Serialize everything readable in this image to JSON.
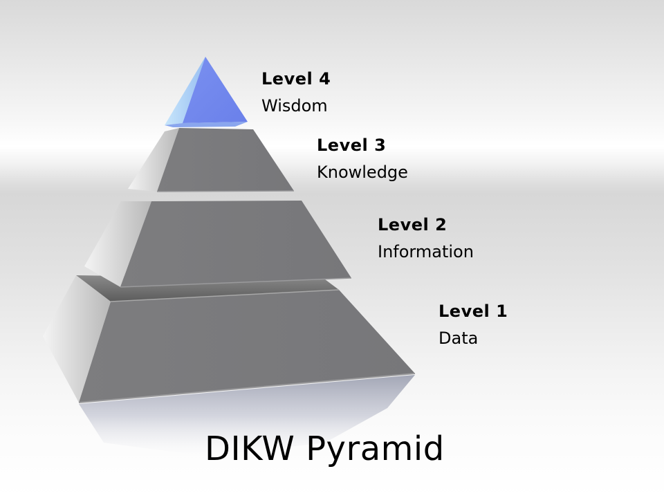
{
  "slide": {
    "title": "DIKW Pyramid",
    "colors": {
      "top_tier_front": "#6f86ee",
      "top_tier_side": "#a9d2f6",
      "tier_front": "#7b7b7d",
      "tier_side": "#cfcfcf",
      "text": "#000000"
    },
    "levels": [
      {
        "number_label": "Level 4",
        "name": "Wisdom"
      },
      {
        "number_label": "Level 3",
        "name": "Knowledge"
      },
      {
        "number_label": "Level 2",
        "name": "Information"
      },
      {
        "number_label": "Level 1",
        "name": "Data"
      }
    ]
  }
}
